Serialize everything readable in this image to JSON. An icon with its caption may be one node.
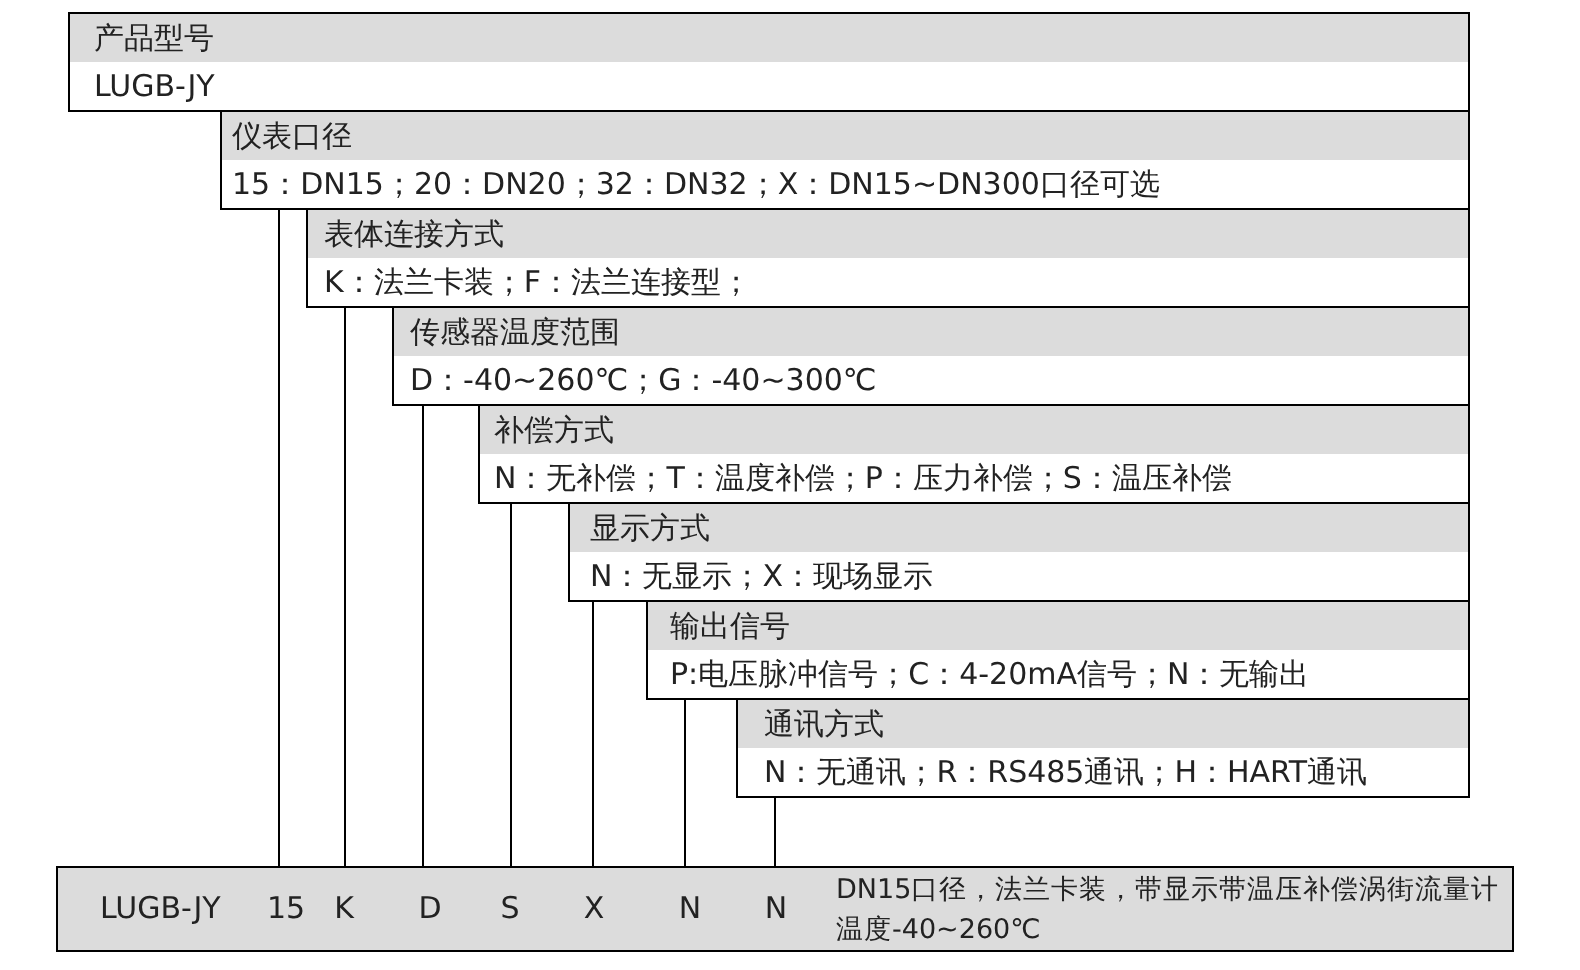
{
  "diagram": {
    "nodes": [
      {
        "text": [
          "产品型号",
          "LUGB-JY"
        ]
      },
      {
        "text": [
          "仪表口径",
          "15：DN15；20：DN20；32：DN32；X：DN15~DN300口径可选"
        ]
      },
      {
        "text": [
          "表体连接方式",
          "K：法兰卡装；F：法兰连接型；"
        ]
      },
      {
        "text": [
          "传感器温度范围",
          "D：-40~260℃；G：-40~300℃"
        ]
      },
      {
        "text": [
          "补偿方式",
          "N：无补偿；T：温度补偿；P：压力补偿；S：温压补偿"
        ]
      },
      {
        "text": [
          "显示方式",
          "N：无显示；X：现场显示"
        ]
      },
      {
        "text": [
          "输出信号",
          "P:电压脉冲信号；C：4-20mA信号；N：无输出"
        ]
      },
      {
        "text": [
          "通讯方式",
          "N：无通讯；R：RS485通讯；H：HART通讯"
        ]
      },
      {
        "text": [
          "LUGB-JY",
          "DN15口径，法兰卡装，带显示带温压补偿涡街流量计温度-40~260℃"
        ]
      },
      {
        "text": [
          "15"
        ],
        "in": 8
      },
      {
        "text": [
          "K"
        ],
        "in": 8
      },
      {
        "text": [
          "D"
        ],
        "in": 8
      },
      {
        "text": [
          "S"
        ],
        "in": 8
      },
      {
        "text": [
          "X"
        ],
        "in": 8
      },
      {
        "text": [
          "N"
        ],
        "in": 8
      },
      {
        "text": [
          "N"
        ],
        "in": 8
      }
    ],
    "edges": [
      {
        "from": 1,
        "to": 9,
        "arrow": "none"
      },
      {
        "from": 2,
        "to": 10,
        "arrow": "none"
      },
      {
        "from": 3,
        "to": 11,
        "arrow": "none"
      },
      {
        "from": 4,
        "to": 12,
        "arrow": "none"
      },
      {
        "from": 5,
        "to": 13,
        "arrow": "none"
      },
      {
        "from": 6,
        "to": 14,
        "arrow": "none"
      },
      {
        "from": 7,
        "to": 15,
        "arrow": "none"
      }
    ]
  }
}
